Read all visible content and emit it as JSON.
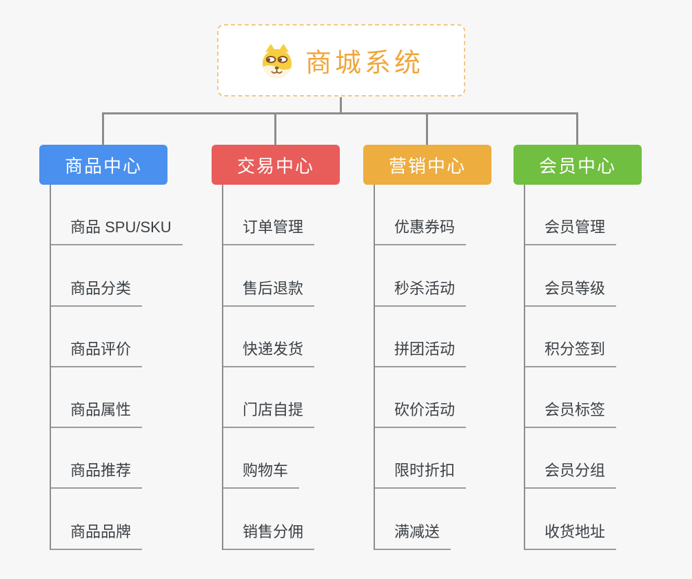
{
  "root": {
    "title": "商城系统",
    "icon": "doge-icon",
    "title_color": "#f0a63c",
    "border_color": "#f2c884"
  },
  "style": {
    "background": "#f7f7f7",
    "connector_color": "#8c8c8c",
    "underline_color": "#9b9b9b",
    "leaf_text_color": "#3b4045"
  },
  "branches": [
    {
      "label": "商品中心",
      "color": "#4a90ee",
      "items": [
        "商品 SPU/SKU",
        "商品分类",
        "商品评价",
        "商品属性",
        "商品推荐",
        "商品品牌"
      ]
    },
    {
      "label": "交易中心",
      "color": "#e85c5a",
      "items": [
        "订单管理",
        "售后退款",
        "快递发货",
        "门店自提",
        "购物车",
        "销售分佣"
      ]
    },
    {
      "label": "营销中心",
      "color": "#edad3f",
      "items": [
        "优惠券码",
        "秒杀活动",
        "拼团活动",
        "砍价活动",
        "限时折扣",
        "满减送"
      ]
    },
    {
      "label": "会员中心",
      "color": "#70bf40",
      "items": [
        "会员管理",
        "会员等级",
        "积分签到",
        "会员标签",
        "会员分组",
        "收货地址"
      ]
    }
  ]
}
